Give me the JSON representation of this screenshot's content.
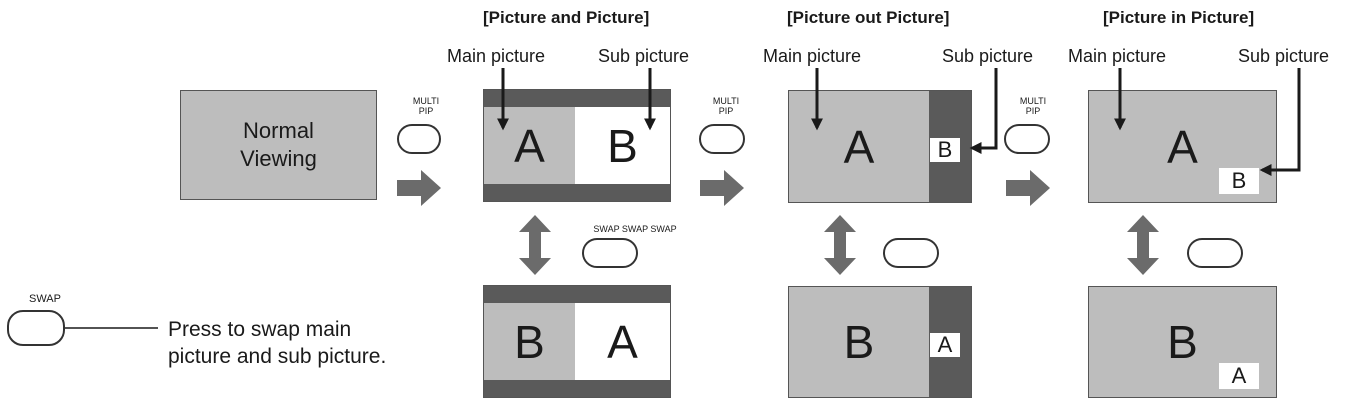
{
  "titles": {
    "pap": "[Picture and Picture]",
    "pop": "[Picture out Picture]",
    "pip": "[Picture in Picture]"
  },
  "labels": {
    "main_picture": "Main picture",
    "sub_picture": "Sub picture"
  },
  "normal": {
    "line1": "Normal",
    "line2": "Viewing"
  },
  "buttons": {
    "multi_line1": "MULTI",
    "multi_line2": "PIP",
    "swap_seq": "SWAP SWAP SWAP",
    "swap": "SWAP"
  },
  "letters": {
    "a": "A",
    "b": "B"
  },
  "swap_note": {
    "line1": "Press to swap main",
    "line2": "picture and sub picture."
  },
  "colors": {
    "screen_gray": "#bdbdbd",
    "bar_dark": "#5a5a5a",
    "arrow_gray": "#6b6b6b"
  }
}
